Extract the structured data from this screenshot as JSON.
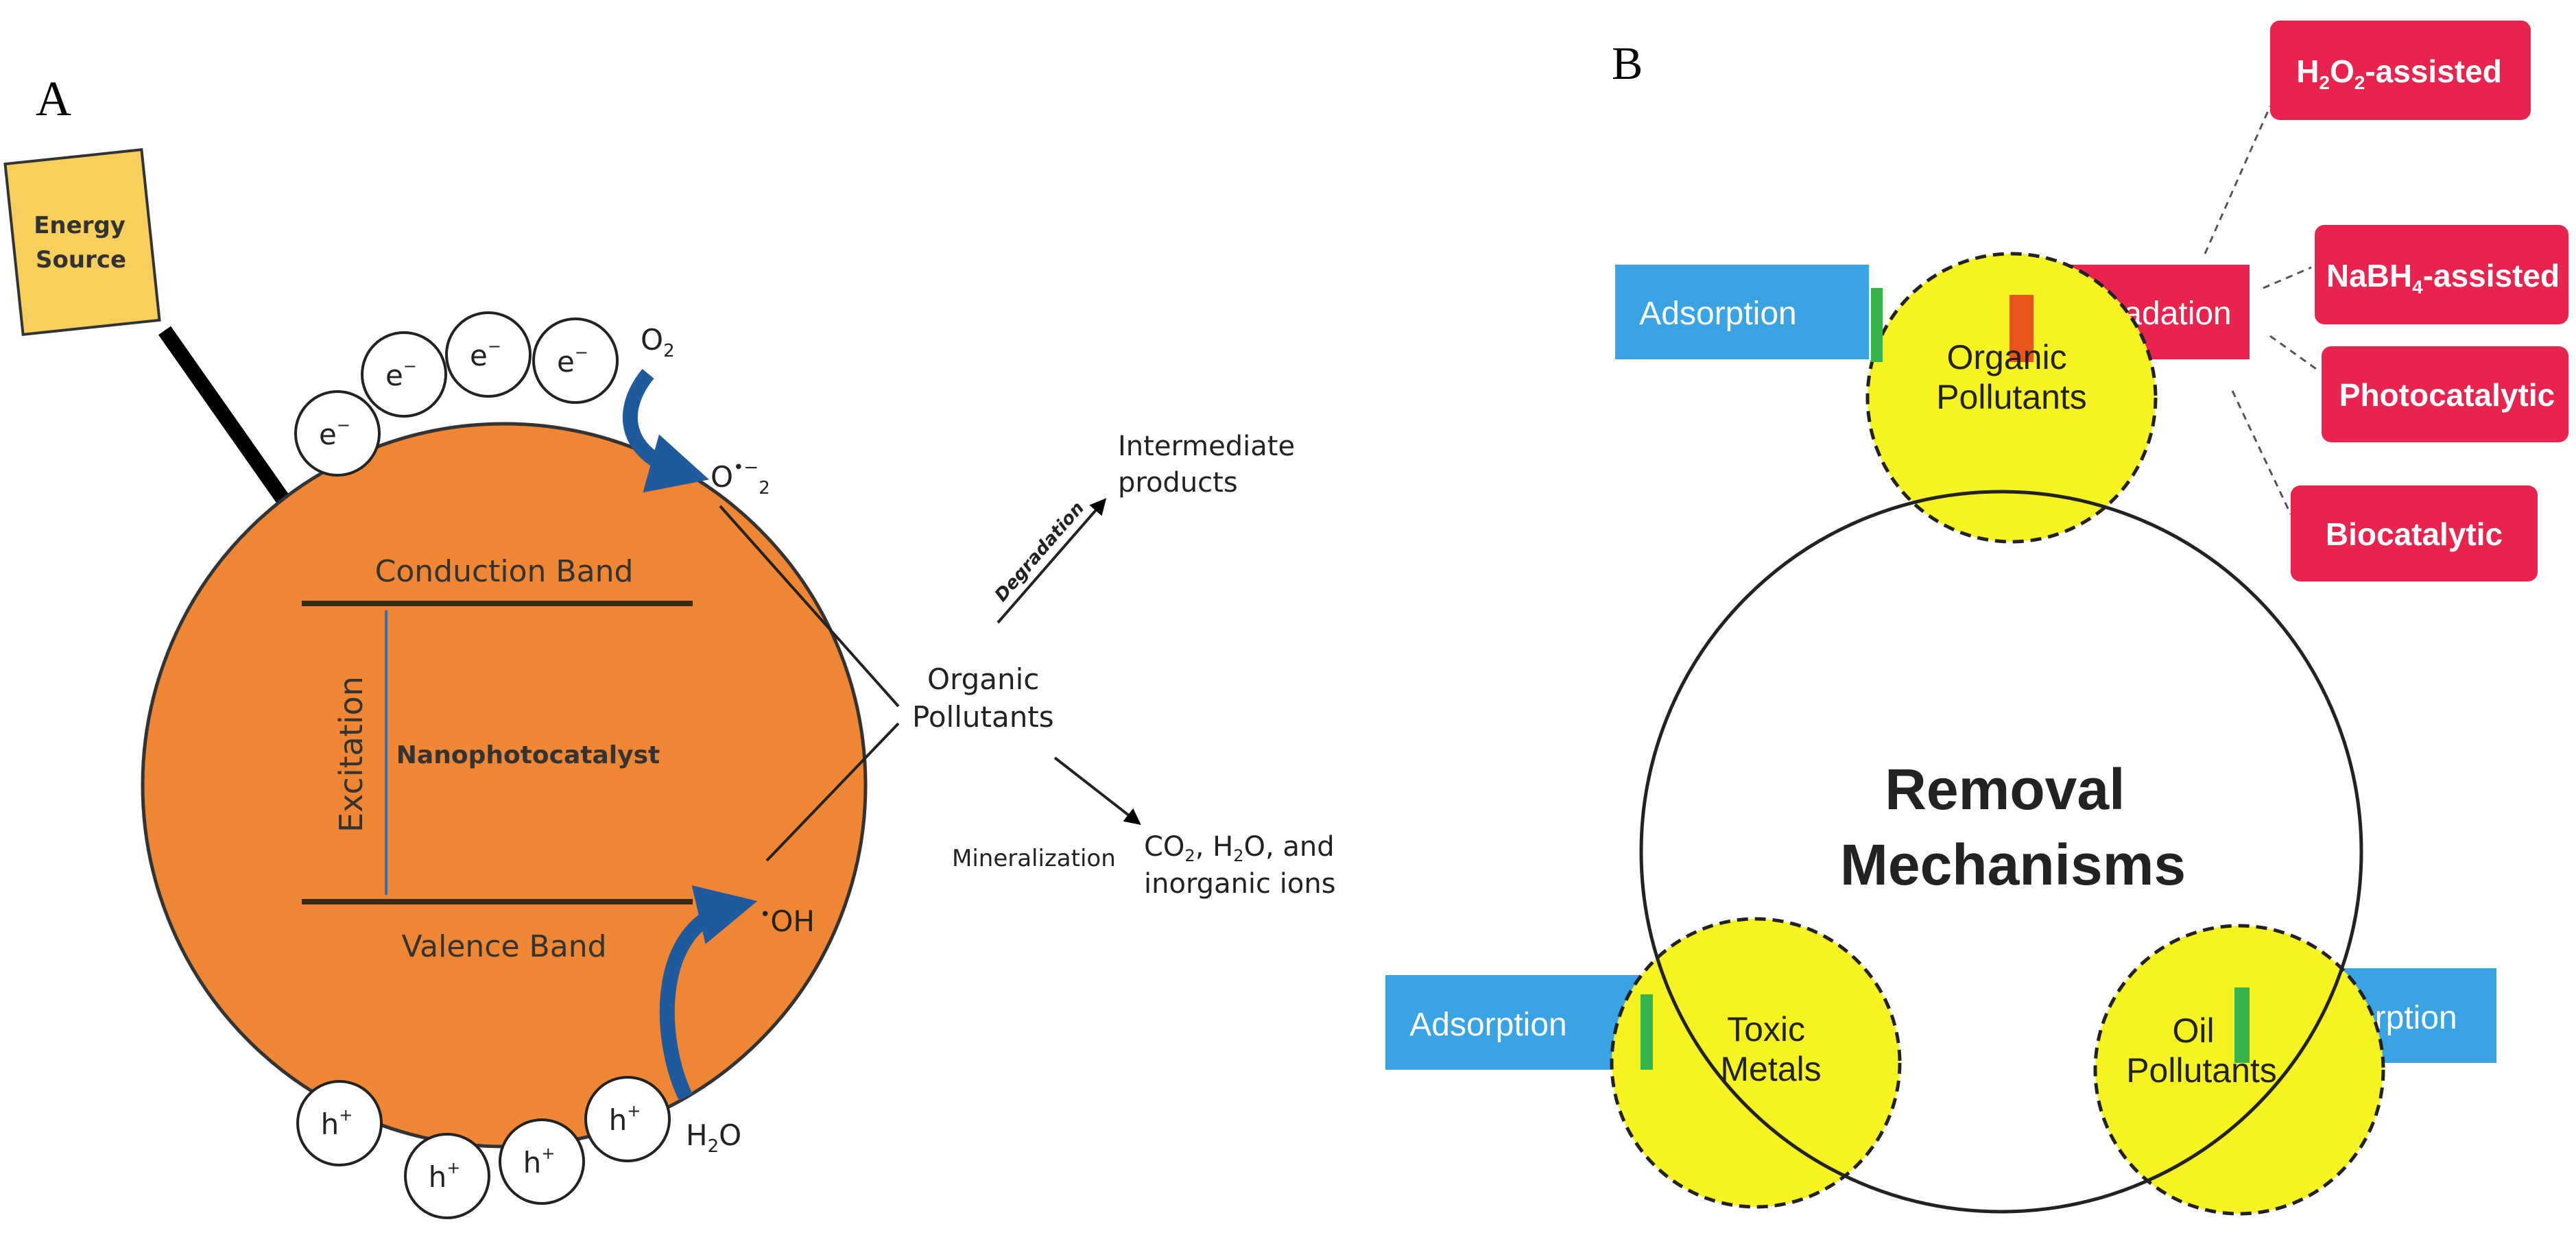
{
  "panel_a": {
    "letter": "A",
    "energy_source": [
      "Energy",
      "Source"
    ],
    "electron": "e",
    "electron_charge": "−",
    "hole": "h",
    "hole_charge": "+",
    "conduction_band": "Conduction Band",
    "valence_band": "Valence Band",
    "excitation": "Excitation",
    "catalyst": "Nanophotocatalyst",
    "o2": "O",
    "o2_sub": "2",
    "superoxide_base": "O",
    "superoxide_sup": "•−",
    "superoxide_sub": "2",
    "hydroxyl_dot": "•",
    "hydroxyl": "OH",
    "water_h": "H",
    "water_sub": "2",
    "water_o": "O",
    "organic_pollutants": [
      "Organic",
      "Pollutants"
    ],
    "degradation": "Degradation",
    "intermediate": [
      "Intermediate",
      "products"
    ],
    "mineralization": "Mineralization",
    "products_line1": {
      "co": "CO",
      "two_a": "2",
      "h": ", H",
      "two_b": "2",
      "o": "O,  and"
    },
    "products_line2": "inorganic ions"
  },
  "panel_b": {
    "letter": "B",
    "center": [
      "Removal",
      "Mechanisms"
    ],
    "organic": [
      "Organic",
      "Pollutants"
    ],
    "toxic": [
      "Toxic",
      "Metals"
    ],
    "oil": [
      "Oil",
      "Pollutants"
    ],
    "adsorption": "Adsorption",
    "degradation": "Degradation",
    "methods": {
      "h2o2": {
        "h": "H",
        "two_a": "2",
        "o": "O",
        "two_b": "2",
        "rest": "-assisted"
      },
      "nabh4": {
        "pre": "NaBH",
        "four": "4",
        "rest": "-assisted"
      },
      "photocatalytic": "Photocatalytic",
      "biocatalytic": "Biocatalytic"
    },
    "colors": {
      "adsorption_fill": "#3aa3e3",
      "degradation_fill": "#e8234e",
      "pollutant_fill": "#f7f322",
      "accent_green": "#36b34a",
      "accent_orange": "#e8561b"
    }
  },
  "colors": {
    "catalyst_fill": "#ee8634",
    "energy_fill": "#f7cf5a",
    "arrow_blue": "#1f5a9c"
  }
}
